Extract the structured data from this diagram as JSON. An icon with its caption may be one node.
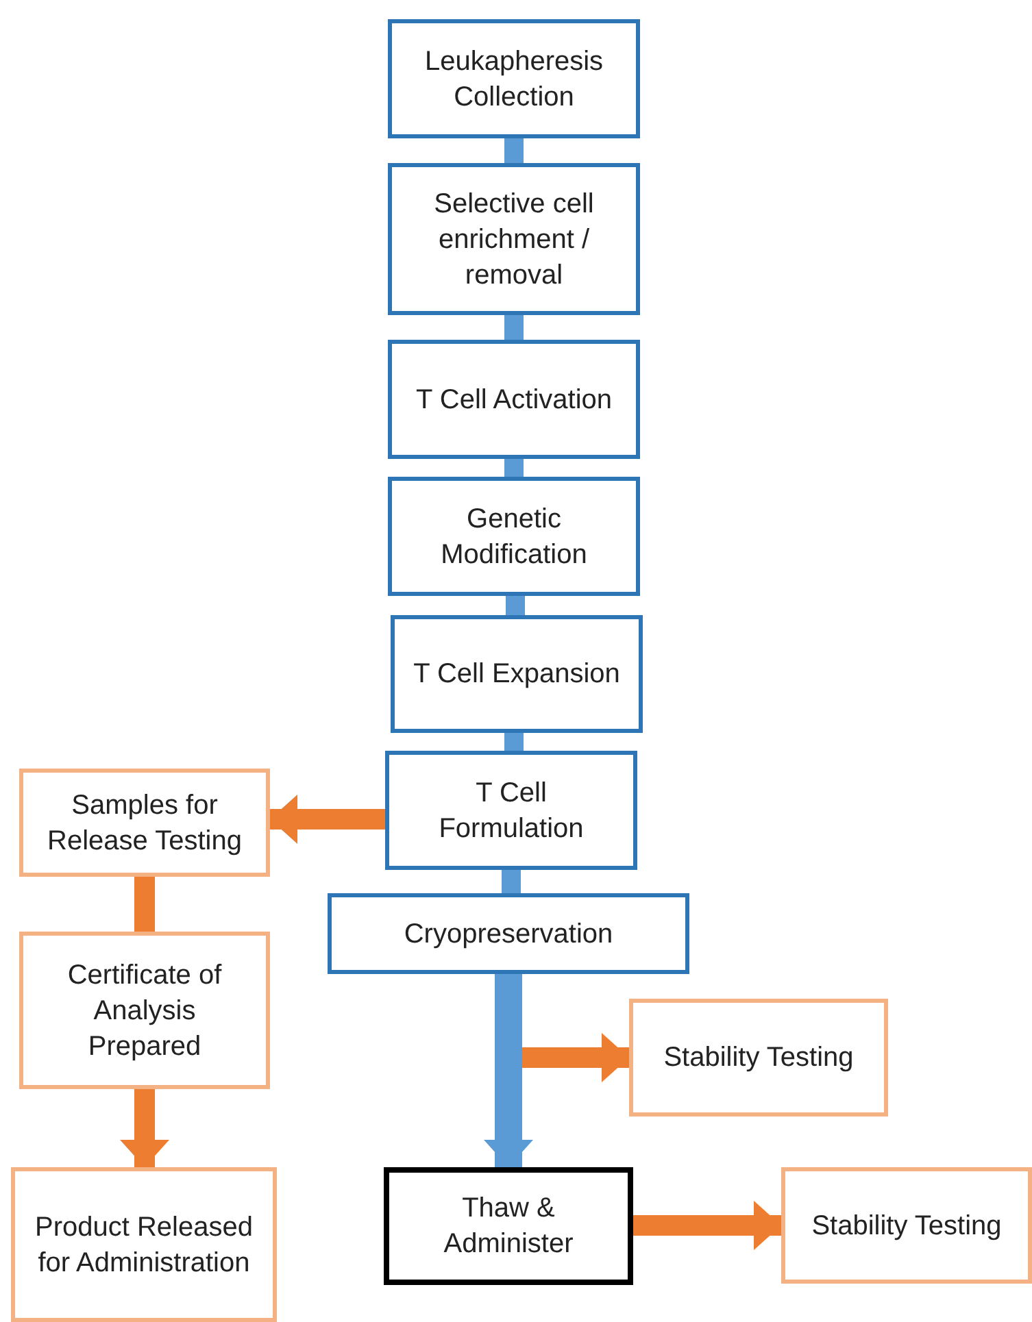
{
  "diagram": {
    "nodes": [
      {
        "text": [
          "Leukapheresis Collection"
        ]
      },
      {
        "text": [
          "Selective cell enrichment / removal"
        ]
      },
      {
        "text": [
          "T Cell Activation"
        ]
      },
      {
        "text": [
          "Genetic Modification"
        ]
      },
      {
        "text": [
          "T Cell Expansion"
        ]
      },
      {
        "text": [
          "T Cell Formulation"
        ]
      },
      {
        "text": [
          "Cryopreservation"
        ]
      },
      {
        "text": [
          "Samples for Release Testing"
        ]
      },
      {
        "text": [
          "Certificate of Analysis Prepared"
        ]
      },
      {
        "text": [
          "Product Released for Administration"
        ]
      },
      {
        "text": [
          "Thaw & Administer"
        ]
      },
      {
        "text": [
          "Stability Testing"
        ]
      },
      {
        "text": [
          "Stability Testing"
        ]
      }
    ],
    "edges": [
      {
        "from": 0,
        "to": 1,
        "arrow": "none"
      },
      {
        "from": 1,
        "to": 2,
        "arrow": "none"
      },
      {
        "from": 2,
        "to": 3,
        "arrow": "none"
      },
      {
        "from": 3,
        "to": 4,
        "arrow": "none"
      },
      {
        "from": 4,
        "to": 5,
        "arrow": "none"
      },
      {
        "from": 5,
        "to": 6,
        "arrow": "none"
      },
      {
        "from": 6,
        "to": 10,
        "arrow": "to"
      },
      {
        "from": 5,
        "to": 7,
        "arrow": "to",
        "color": "#ed7d31"
      },
      {
        "from": 7,
        "to": 8,
        "arrow": "none",
        "color": "#ed7d31"
      },
      {
        "from": 8,
        "to": 9,
        "arrow": "to",
        "color": "#ed7d31"
      },
      {
        "from": 6,
        "to": 11,
        "arrow": "to",
        "color": "#ed7d31"
      },
      {
        "from": 10,
        "to": 12,
        "arrow": "to",
        "color": "#ed7d31"
      }
    ]
  }
}
